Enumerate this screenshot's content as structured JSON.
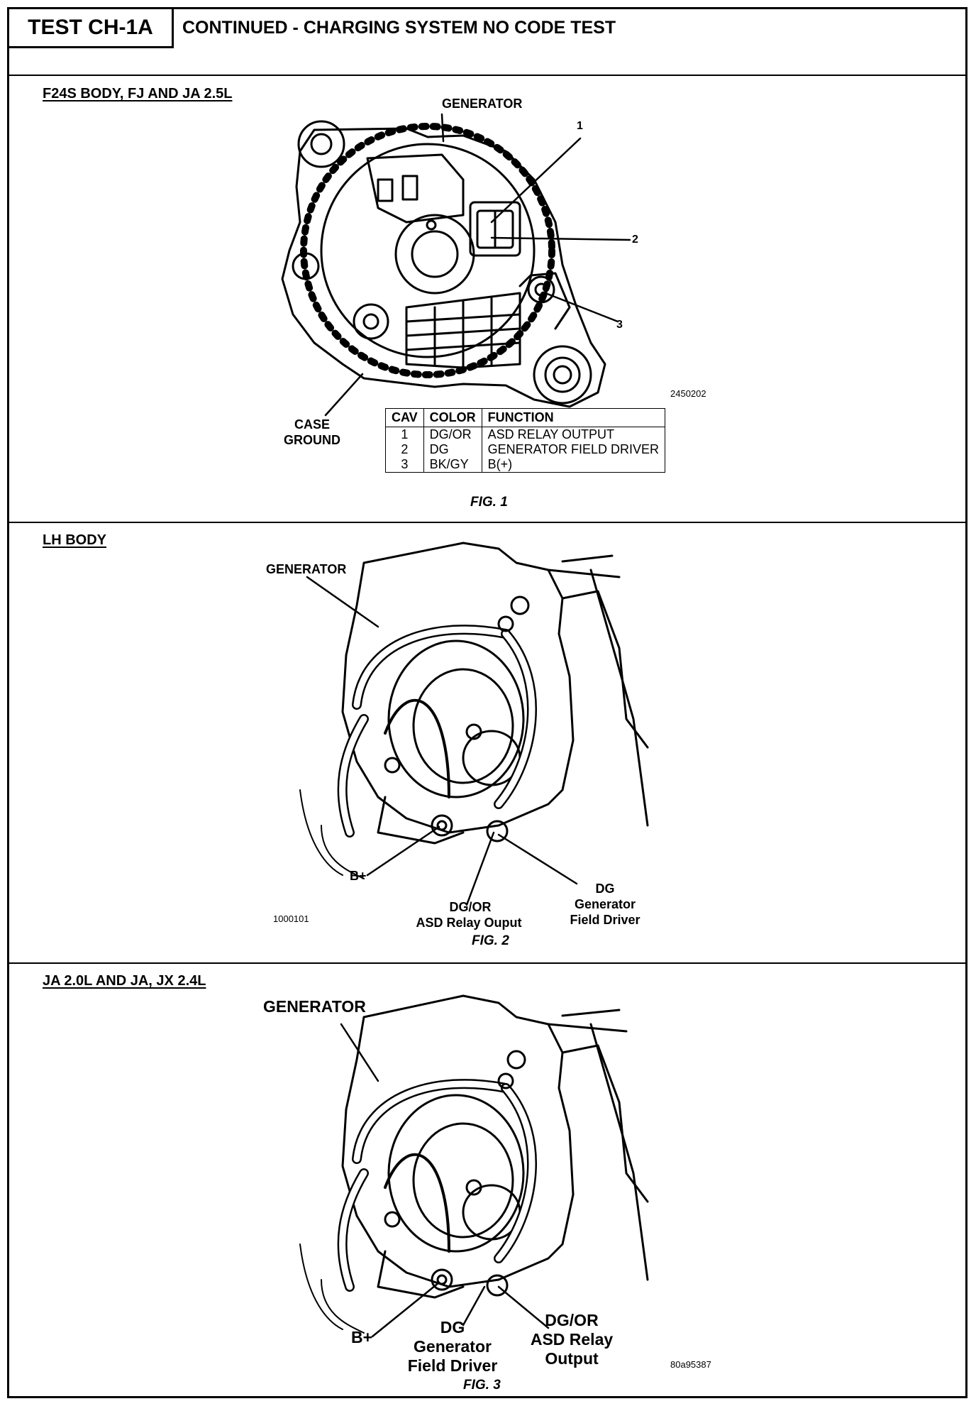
{
  "header": {
    "test_id": "TEST CH-1A",
    "title": "CONTINUED - CHARGING SYSTEM NO CODE TEST"
  },
  "fig1": {
    "section_title": "F24S BODY, FJ AND JA 2.5L",
    "generator_label": "GENERATOR",
    "callouts": [
      "1",
      "2",
      "3"
    ],
    "case_ground_label": "CASE GROUND",
    "image_id": "2450202",
    "caption": "FIG. 1",
    "table": {
      "headers": [
        "CAV",
        "COLOR",
        "FUNCTION"
      ],
      "rows": [
        {
          "cav": "1",
          "color": "DG/OR",
          "function": "ASD RELAY OUTPUT"
        },
        {
          "cav": "2",
          "color": "DG",
          "function": "GENERATOR FIELD DRIVER"
        },
        {
          "cav": "3",
          "color": "BK/GY",
          "function": "B(+)"
        }
      ]
    }
  },
  "fig2": {
    "section_title": "LH BODY",
    "generator_label": "GENERATOR",
    "b_plus_label": "B+",
    "dg_or_label": "DG/OR",
    "dg_or_desc": "ASD Relay Ouput",
    "dg_label": "DG",
    "dg_desc_1": "Generator",
    "dg_desc_2": "Field Driver",
    "image_id": "1000101",
    "caption": "FIG. 2"
  },
  "fig3": {
    "section_title": "JA 2.0L AND JA, JX 2.4L",
    "generator_label": "GENERATOR",
    "b_plus_label": "B+",
    "dg_label": "DG",
    "dg_desc_1": "Generator",
    "dg_desc_2": "Field Driver",
    "dg_or_label": "DG/OR",
    "dg_or_desc_1": "ASD Relay",
    "dg_or_desc_2": "Output",
    "image_id": "80a95387",
    "caption": "FIG. 3"
  }
}
